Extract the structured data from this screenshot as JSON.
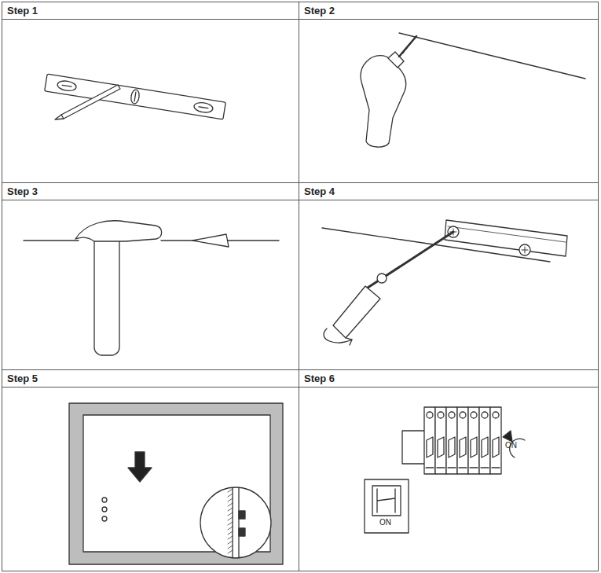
{
  "diagram": {
    "nodes": [
      {
        "text": [
          "Step 1"
        ]
      },
      {
        "text": [
          "Step 2"
        ]
      },
      {
        "text": [
          "Step 3"
        ]
      },
      {
        "text": [
          "Step 4"
        ]
      },
      {
        "text": [
          "Step 5"
        ]
      },
      {
        "text": [
          "Step 6"
        ]
      }
    ],
    "labels": [
      "ON",
      "ON"
    ]
  }
}
